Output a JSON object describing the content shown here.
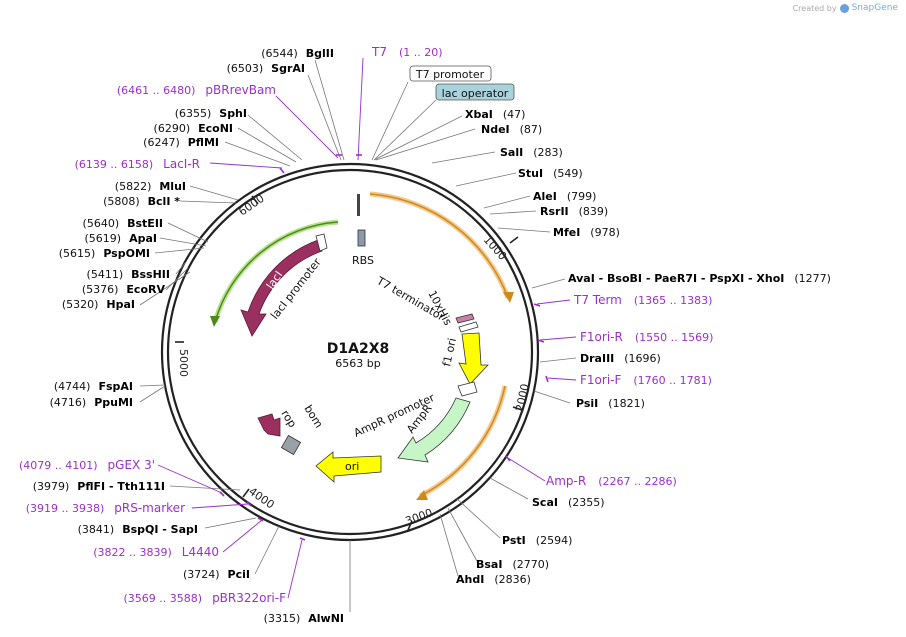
{
  "credit": {
    "created_by": "Created by",
    "brand": "SnapGene"
  },
  "plasmid": {
    "name": "D1A2X8",
    "length_label": "6563 bp",
    "length": 6563
  },
  "ruler": [
    "1000",
    "2000",
    "3000",
    "4000",
    "5000",
    "6000"
  ],
  "colors": {
    "enzyme": "#000000",
    "primer": "#9b30c8",
    "backbone": "#222222"
  },
  "enzymes": [
    {
      "name": "BglII",
      "pos": "(6544)"
    },
    {
      "name": "SgrAI",
      "pos": "(6503)"
    },
    {
      "name": "SphI",
      "pos": "(6355)"
    },
    {
      "name": "EcoNI",
      "pos": "(6290)"
    },
    {
      "name": "PflMI",
      "pos": "(6247)"
    },
    {
      "name": "MluI",
      "pos": "(5822)"
    },
    {
      "name": "BclI *",
      "pos": "(5808)"
    },
    {
      "name": "BstEII",
      "pos": "(5640)"
    },
    {
      "name": "ApaI",
      "pos": "(5619)"
    },
    {
      "name": "PspOMI",
      "pos": "(5615)"
    },
    {
      "name": "BssHII",
      "pos": "(5411)"
    },
    {
      "name": "EcoRV",
      "pos": "(5376)"
    },
    {
      "name": "HpaI",
      "pos": "(5320)"
    },
    {
      "name": "FspAI",
      "pos": "(4744)"
    },
    {
      "name": "PpuMI",
      "pos": "(4716)"
    },
    {
      "name": "PflFI - Tth111I",
      "pos": "(3979)"
    },
    {
      "name": "BspQI - SapI",
      "pos": "(3841)"
    },
    {
      "name": "PciI",
      "pos": "(3724)"
    },
    {
      "name": "AlwNI",
      "pos": "(3315)"
    },
    {
      "name": "XbaI",
      "pos": "(47)"
    },
    {
      "name": "NdeI",
      "pos": "(87)"
    },
    {
      "name": "SalI",
      "pos": "(283)"
    },
    {
      "name": "StuI",
      "pos": "(549)"
    },
    {
      "name": "AleI",
      "pos": "(799)"
    },
    {
      "name": "RsrII",
      "pos": "(839)"
    },
    {
      "name": "MfeI",
      "pos": "(978)"
    },
    {
      "name": "AvaI - BsoBI - PaeR7I - PspXI - XhoI",
      "pos": "(1277)"
    },
    {
      "name": "DraIII",
      "pos": "(1696)"
    },
    {
      "name": "PsiI",
      "pos": "(1821)"
    },
    {
      "name": "ScaI",
      "pos": "(2355)"
    },
    {
      "name": "PstI",
      "pos": "(2594)"
    },
    {
      "name": "BsaI",
      "pos": "(2770)"
    },
    {
      "name": "AhdI",
      "pos": "(2836)"
    }
  ],
  "primers": [
    {
      "name": "T7",
      "range": "(1 .. 20)"
    },
    {
      "name": "pBRrevBam",
      "range": "(6461 .. 6480)"
    },
    {
      "name": "LacI-R",
      "range": "(6139 .. 6158)"
    },
    {
      "name": "T7 Term",
      "range": "(1365 .. 1383)"
    },
    {
      "name": "F1ori-R",
      "range": "(1550 .. 1569)"
    },
    {
      "name": "F1ori-F",
      "range": "(1760 .. 1781)"
    },
    {
      "name": "Amp-R",
      "range": "(2267 .. 2286)"
    },
    {
      "name": "pGEX 3'",
      "range": "(4079 .. 4101)"
    },
    {
      "name": "pRS-marker",
      "range": "(3919 .. 3938)"
    },
    {
      "name": "L4440",
      "range": "(3822 .. 3839)"
    },
    {
      "name": "pBR322ori-F",
      "range": "(3569 .. 3588)"
    }
  ],
  "boxed_features": [
    {
      "name": "T7 promoter"
    },
    {
      "name": "lac operator"
    }
  ],
  "features": [
    {
      "name": "RBS"
    },
    {
      "name": "T7 terminator"
    },
    {
      "name": "10xHis"
    },
    {
      "name": "f1 ori"
    },
    {
      "name": "AmpR promoter"
    },
    {
      "name": "AmpR"
    },
    {
      "name": "lacI"
    },
    {
      "name": "lacI promoter"
    },
    {
      "name": "rop"
    },
    {
      "name": "bom"
    },
    {
      "name": "ori"
    }
  ]
}
